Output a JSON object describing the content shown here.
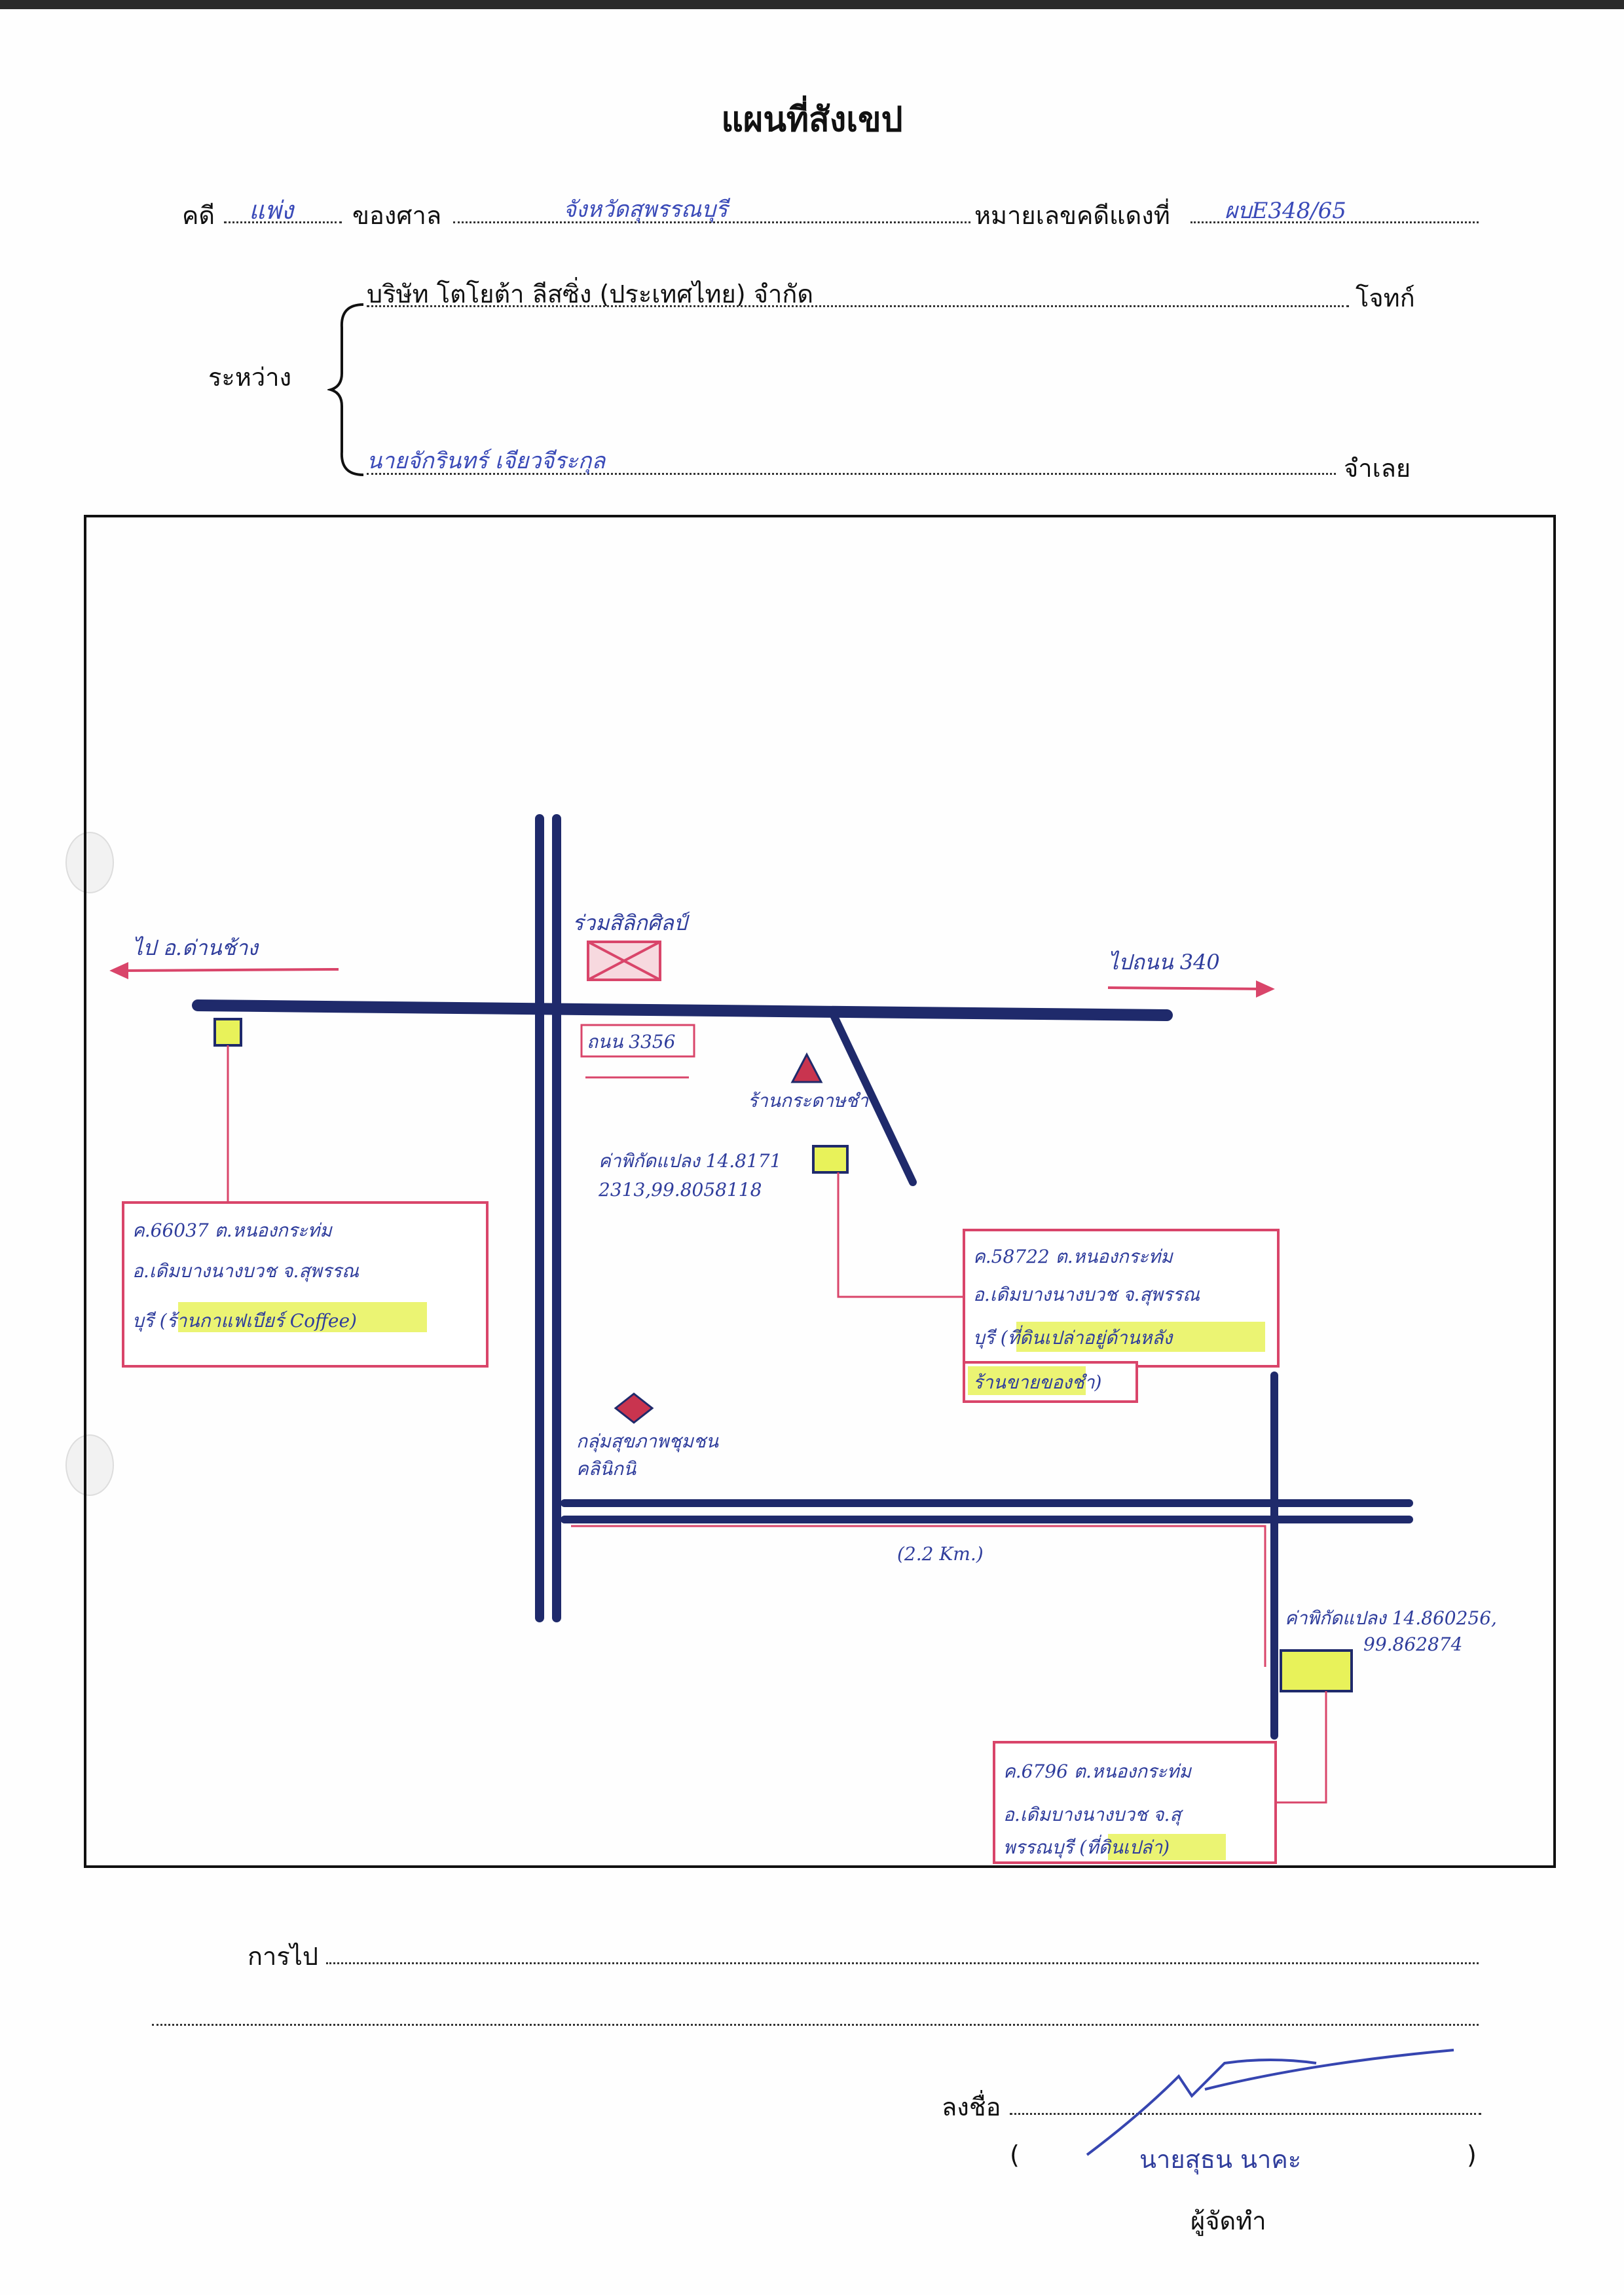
{
  "title": "แผนที่สังเขป",
  "case": {
    "case_label": "คดี",
    "case_type": "แพ่ง",
    "court_label": "ของศาล",
    "court_name": "จังหวัดสุพรรณบุรี",
    "red_number_label": "หมายเลขคดีแดงที่",
    "red_number": "ผบE348/65"
  },
  "parties": {
    "between_label": "ระหว่าง",
    "plaintiff": "บริษัท โตโยต้า ลีสซิ่ง (ประเทศไทย) จำกัด",
    "plaintiff_label": "โจทก์",
    "defendant": "นายจักรินทร์ เจียวจีระกุล",
    "defendant_label": "จำเลย"
  },
  "map": {
    "to_left": "ไป อ.ด่านช้าง",
    "to_right": "ไปถนน 340",
    "road_3356": "ถนน 3356",
    "landmark_top": "ร่วมสิลิกศิลป์",
    "landmark_shop": "ร้านกระดาษชำ",
    "plot_1": "ค่าพิกัดแปลง 14.8171, 99.8058118",
    "plot_1_l1": "ค่าพิกัดแปลง 14.8171",
    "plot_1_l2": "2313,99.8058118",
    "box_left_l1": "ค.66037 ต.หนองกระท่ม",
    "box_left_l2": "อ.เดิมบางนางบวช จ.สุพรรณ",
    "box_left_l3": "บุรี (ร้านกาแฟเบียร์ Coffee)",
    "box_mid_l1": "ค.58722 ต.หนองกระท่ม",
    "box_mid_l2": "อ.เดิมบางนางบวช จ.สุพรรณ",
    "box_mid_l3": "บุรี (ที่ดินเปล่าอยู่ด้านหลัง",
    "box_mid_l4": "ร้านขายของชำ)",
    "shop_temple": "กลุ่มสุขภาพชุมชน คลินิกนิ",
    "shop_temple_l1": "กลุ่มสุขภาพชุมชน",
    "shop_temple_l2": "คลินิกนิ",
    "distance": "(2.2 Km.)",
    "plot_2_l1": "ค่าพิกัดแปลง 14.860256,",
    "plot_2_l2": "99.862874",
    "box_bottom_l1": "ค.6796 ต.หนองกระท่ม",
    "box_bottom_l2": "อ.เดิมบางนางบวช จ.สุ",
    "box_bottom_l3": "พรรณบุรี (ที่ดินเปล่า)"
  },
  "footer": {
    "directions_label": "การไป",
    "sign_label": "ลงชื่อ",
    "signer_name": "นายสุธน นาคะ",
    "open_paren": "(",
    "close_paren": ")",
    "role": "ผู้จัดทำ"
  },
  "colors": {
    "road": "#1f2a6b",
    "box_border": "#d9456a",
    "highlight": "#e8f25a",
    "ink": "#2f3d9c"
  }
}
